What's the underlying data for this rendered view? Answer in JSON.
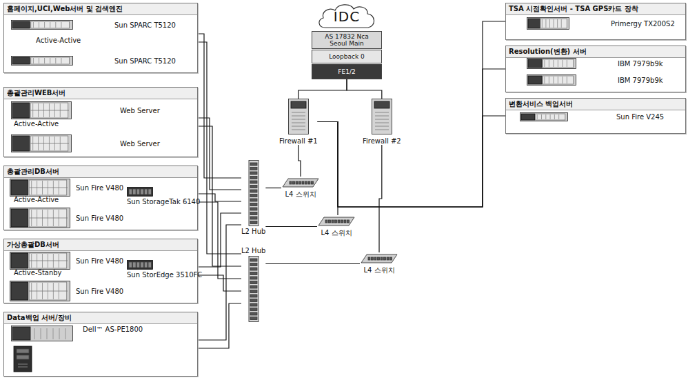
{
  "diagram": {
    "nodes": [
      {
        "text": [
          "홈페이지,UCI,Web서버 및 검색엔진"
        ]
      },
      {
        "text": [
          "Sun SPARC T5120"
        ],
        "in": 0
      },
      {
        "text": [
          "Sun SPARC T5120"
        ],
        "in": 0
      },
      {
        "text": [
          "총괄관리WEB서버"
        ]
      },
      {
        "text": [
          "Web Server"
        ],
        "in": 3
      },
      {
        "text": [
          "Web Server"
        ],
        "in": 3
      },
      {
        "text": [
          "총괄관리DB서버"
        ]
      },
      {
        "text": [
          "Sun Fire V480"
        ],
        "in": 6
      },
      {
        "text": [
          "Sun StorageTak 6140"
        ],
        "in": 6
      },
      {
        "text": [
          "Sun Fire V480"
        ],
        "in": 6
      },
      {
        "text": [
          "가상총괄DB서버"
        ]
      },
      {
        "text": [
          "Sun Fire V480"
        ],
        "in": 10
      },
      {
        "text": [
          "Sun StorEdge 3510FC"
        ],
        "in": 10
      },
      {
        "text": [
          "Sun Fire V480"
        ],
        "in": 10
      },
      {
        "text": [
          "Data백업 서버/장비"
        ]
      },
      {
        "text": [
          "Dell™ AS-PE1800"
        ],
        "in": 14
      },
      {
        "text": [
          "IDC"
        ]
      },
      {
        "text": [
          "AS 17832 Nca Seoul Main"
        ]
      },
      {
        "text": [
          "Loopback 0"
        ]
      },
      {
        "text": [
          "FE1/2"
        ]
      },
      {
        "text": [
          "Firewall #1"
        ]
      },
      {
        "text": [
          "Firewall #2"
        ]
      },
      {
        "text": [
          "L2 Hub"
        ]
      },
      {
        "text": [
          "L4 스위치"
        ]
      },
      {
        "text": [
          "L4 스위치"
        ]
      },
      {
        "text": [
          "L4 스위치"
        ]
      },
      {
        "text": [
          "L2 Hub"
        ]
      },
      {
        "text": [
          "TSA 시점확인서버 - TSA GPS카드 장착"
        ]
      },
      {
        "text": [
          "Primergy TX200S2"
        ],
        "in": 27
      },
      {
        "text": [
          "Resolution(변환) 서버"
        ]
      },
      {
        "text": [
          "IBM 7979b9k"
        ],
        "in": 29
      },
      {
        "text": [
          "IBM 7979b9k"
        ],
        "in": 29
      },
      {
        "text": [
          "변환서비스 백업서버"
        ]
      },
      {
        "text": [
          "Sun Fire V245"
        ],
        "in": 32
      }
    ],
    "edges": [
      {
        "from": 19,
        "to": 20,
        "arrow": "none"
      },
      {
        "from": 19,
        "to": 21,
        "arrow": "none"
      },
      {
        "from": 20,
        "to": 23,
        "arrow": "none"
      },
      {
        "from": 20,
        "to": 24,
        "arrow": "none"
      },
      {
        "from": 21,
        "to": 25,
        "arrow": "none"
      },
      {
        "from": 22,
        "to": 23,
        "arrow": "none"
      },
      {
        "from": 22,
        "to": 24,
        "arrow": "none"
      },
      {
        "from": 26,
        "to": 25,
        "arrow": "none"
      },
      {
        "from": 20,
        "to": 27,
        "arrow": "none"
      },
      {
        "from": 20,
        "to": 29,
        "arrow": "none"
      },
      {
        "from": 20,
        "to": 32,
        "arrow": "none"
      },
      {
        "from": 0,
        "to": 22,
        "arrow": "none"
      },
      {
        "from": 0,
        "to": 26,
        "arrow": "none"
      },
      {
        "from": 3,
        "to": 22,
        "arrow": "none"
      },
      {
        "from": 3,
        "to": 26,
        "arrow": "none"
      },
      {
        "from": 6,
        "to": 22,
        "arrow": "none"
      },
      {
        "from": 6,
        "to": 26,
        "arrow": "none"
      },
      {
        "from": 10,
        "to": 22,
        "arrow": "none"
      },
      {
        "from": 10,
        "to": 26,
        "arrow": "none"
      },
      {
        "from": 14,
        "to": 22,
        "arrow": "none"
      },
      {
        "from": 14,
        "to": 26,
        "arrow": "none"
      },
      {
        "from": 7,
        "to": 8,
        "arrow": "none"
      },
      {
        "from": 9,
        "to": 8,
        "arrow": "none"
      },
      {
        "from": 11,
        "to": 12,
        "arrow": "none"
      },
      {
        "from": 13,
        "to": 12,
        "arrow": "none"
      }
    ],
    "labels": [
      "Active-Active",
      "Active-Active",
      "Active-Active",
      "Active-Stanby"
    ]
  }
}
